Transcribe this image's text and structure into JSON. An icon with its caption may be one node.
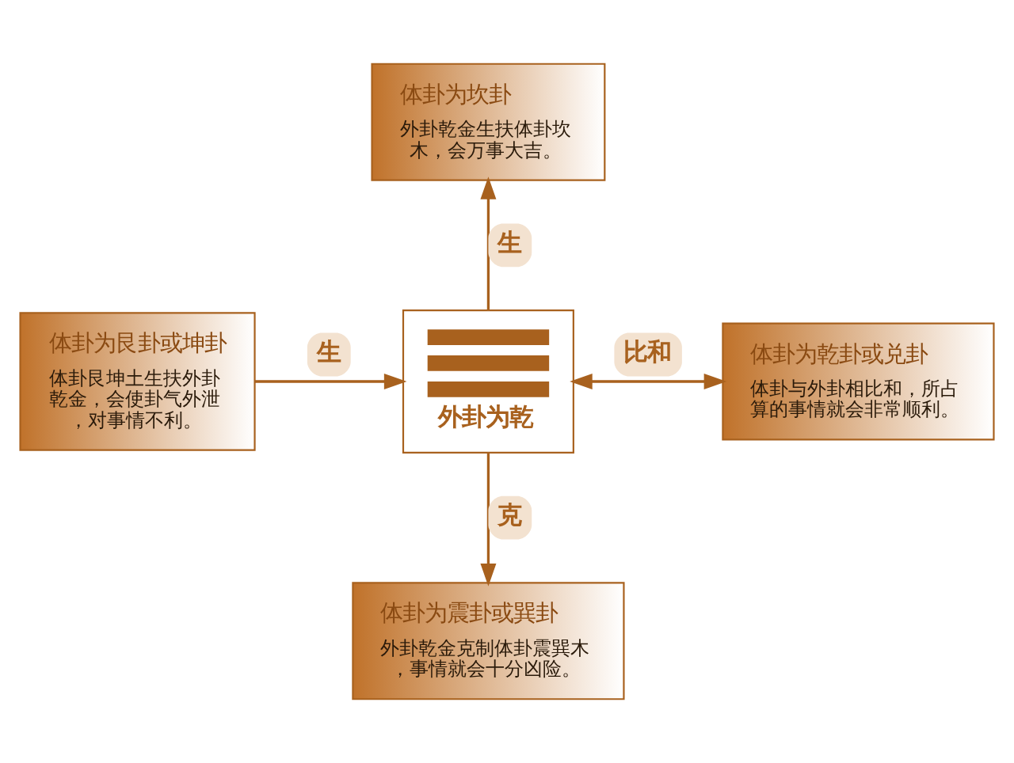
{
  "diagram": {
    "nodes": [
      {
        "text": [
          "体卦为坎卦",
          "外卦乾金生扶体卦坎木，会万事大吉。"
        ]
      },
      {
        "text": [
          "体卦为艮卦或坤卦",
          "体卦艮坤土生扶外卦乾金，会使卦气外泄，对事情不利。"
        ]
      },
      {
        "text": [
          "外卦为乾"
        ]
      },
      {
        "text": [
          "体卦为乾卦或兑卦",
          "体卦与外卦相比和，所占算的事情就会非常顺利。"
        ]
      },
      {
        "text": [
          "体卦为震卦或巽卦",
          "外卦乾金克制体卦震巽木，事情就会十分凶险。"
        ]
      }
    ],
    "edges": [
      {
        "from": 1,
        "to": 2,
        "arrow": "to",
        "label": "生"
      },
      {
        "from": 2,
        "to": 0,
        "arrow": "to",
        "label": "生"
      },
      {
        "from": 2,
        "to": 3,
        "arrow": "both",
        "label": "比和"
      },
      {
        "from": 2,
        "to": 4,
        "arrow": "to",
        "label": "克"
      }
    ]
  }
}
